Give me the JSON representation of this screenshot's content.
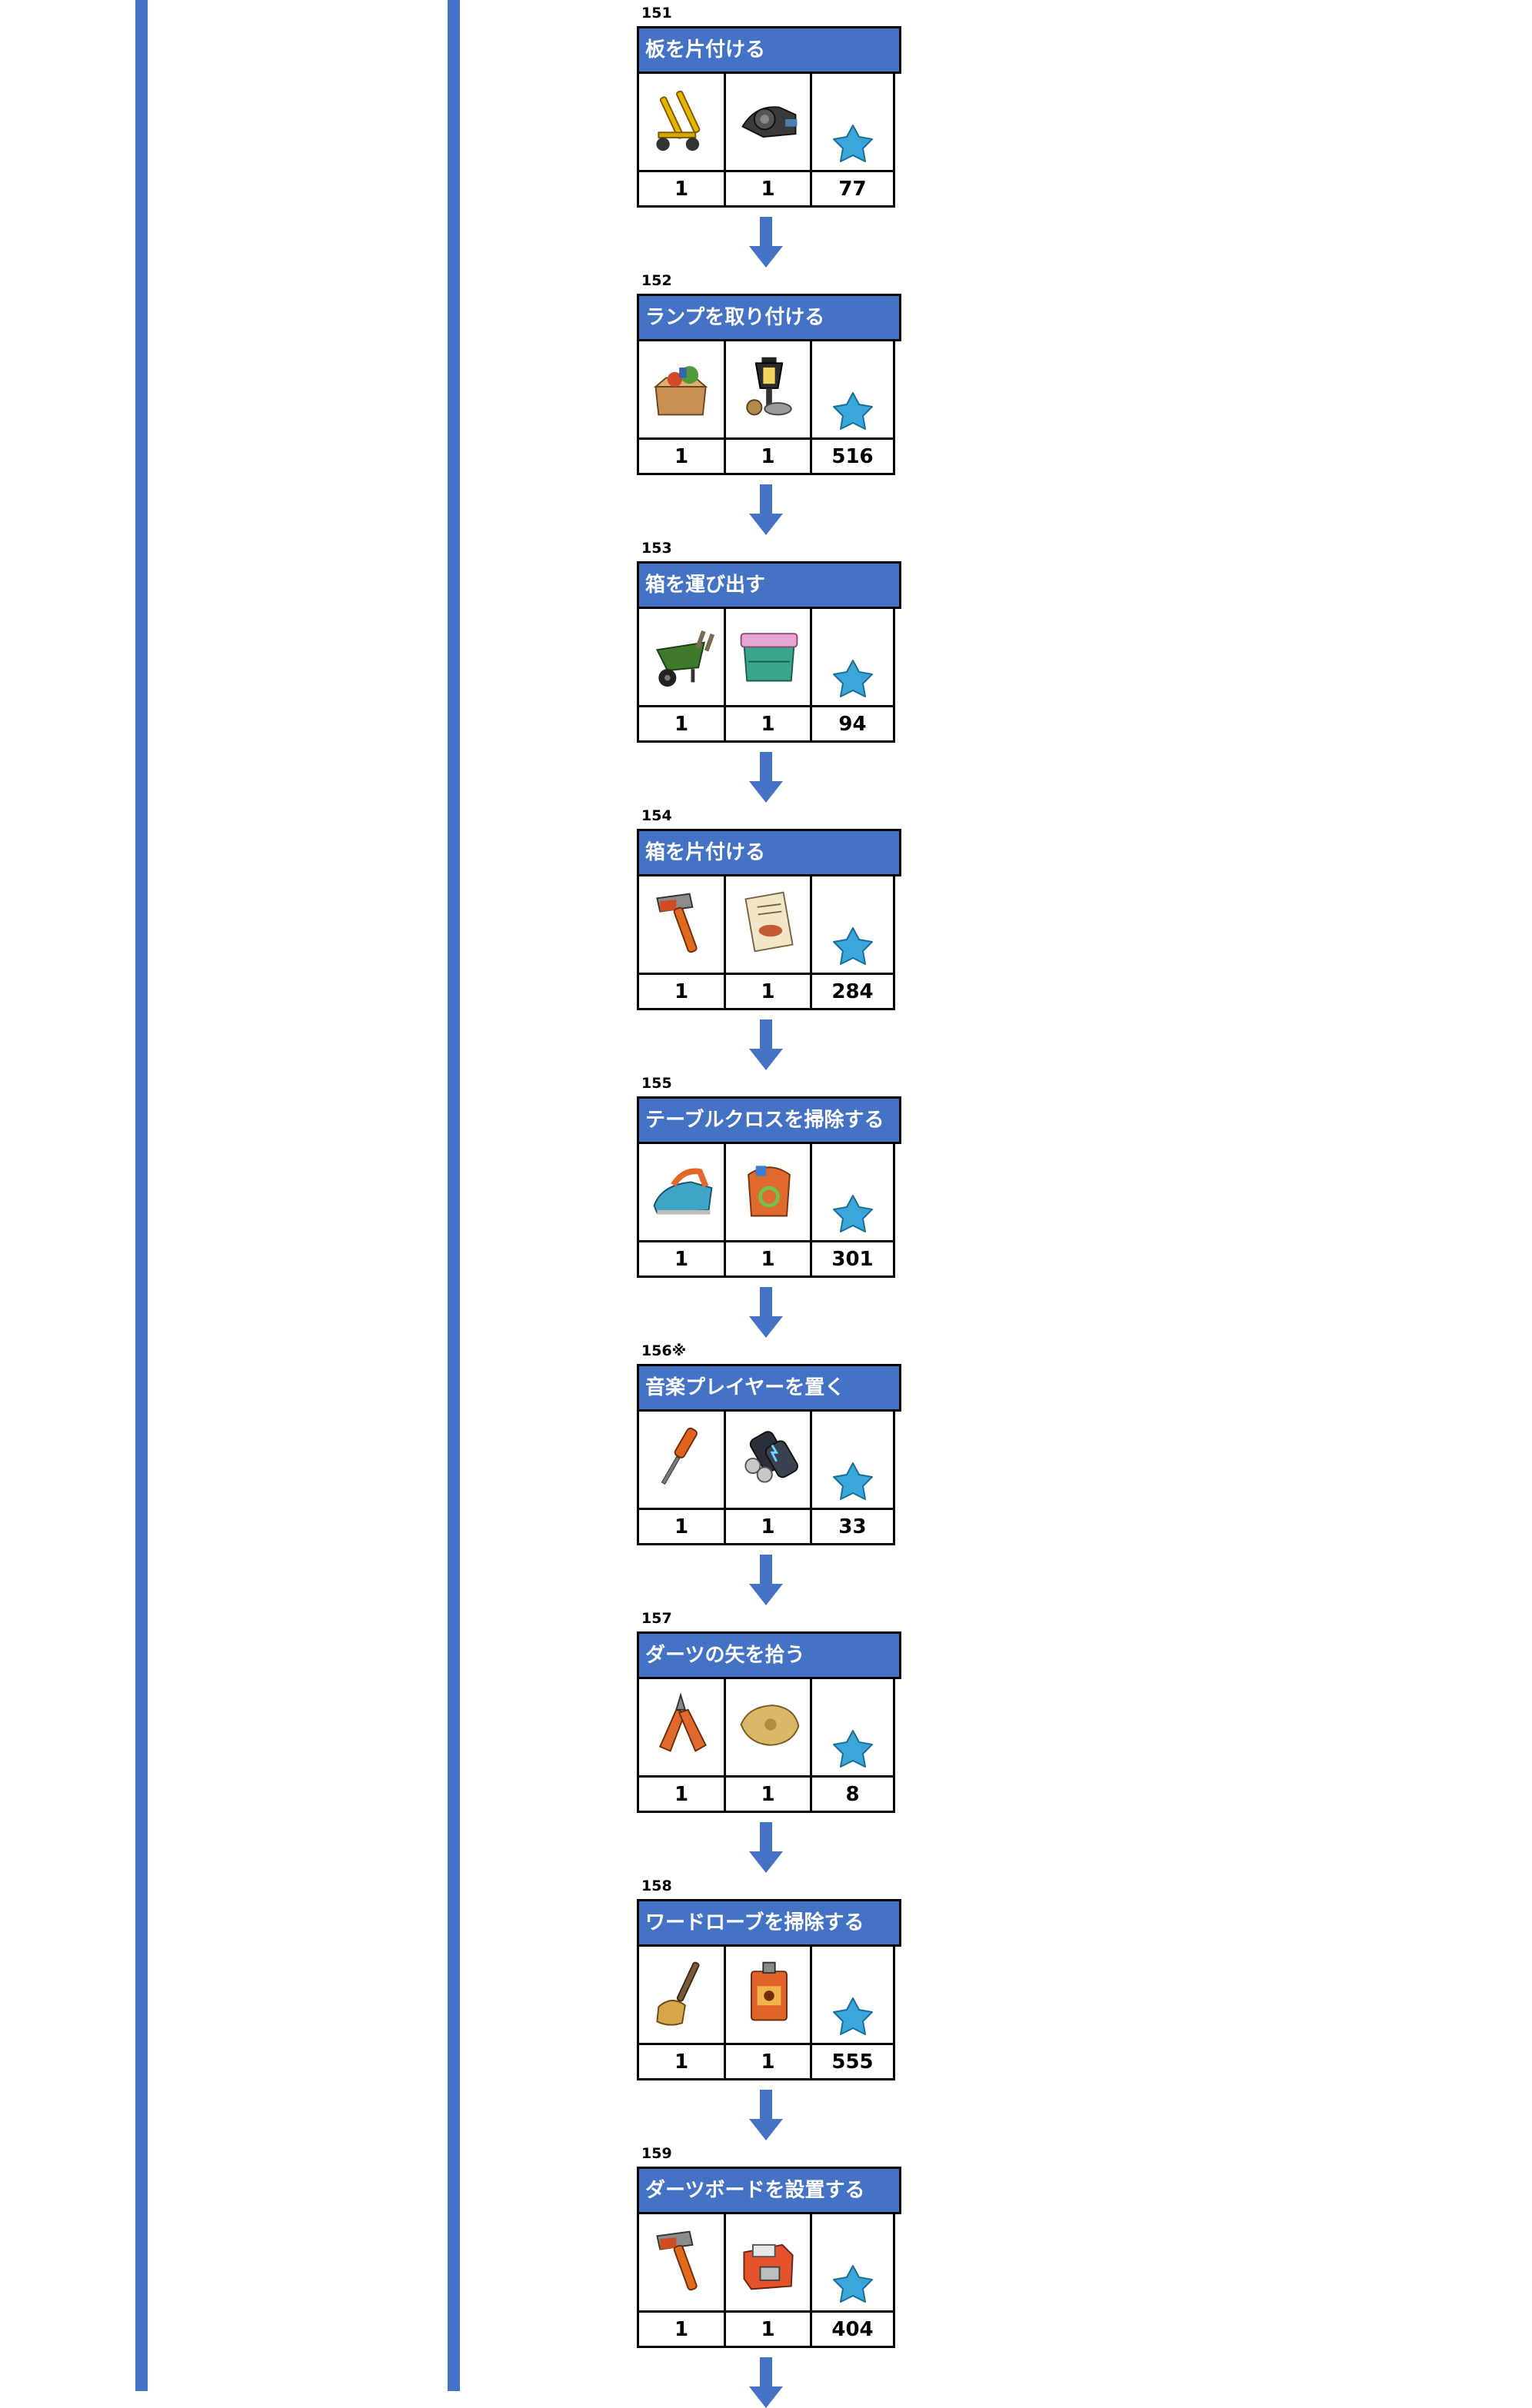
{
  "steps": [
    {
      "num": "151",
      "title": "板を片付ける",
      "items": [
        {
          "icon": "hand-truck-icon",
          "count": "1"
        },
        {
          "icon": "camera-icon",
          "count": "1"
        }
      ],
      "reward": "77"
    },
    {
      "num": "152",
      "title": "ランプを取り付ける",
      "items": [
        {
          "icon": "box-of-goods-icon",
          "count": "1"
        },
        {
          "icon": "lamp-icon",
          "count": "1"
        }
      ],
      "reward": "516"
    },
    {
      "num": "153",
      "title": "箱を運び出す",
      "items": [
        {
          "icon": "wheelbarrow-icon",
          "count": "1"
        },
        {
          "icon": "storage-box-icon",
          "count": "1"
        }
      ],
      "reward": "94"
    },
    {
      "num": "154",
      "title": "箱を片付ける",
      "items": [
        {
          "icon": "hammer-icon",
          "count": "1"
        },
        {
          "icon": "paper-notes-icon",
          "count": "1"
        }
      ],
      "reward": "284"
    },
    {
      "num": "155",
      "title": "テーブルクロスを掃除する",
      "items": [
        {
          "icon": "iron-icon",
          "count": "1"
        },
        {
          "icon": "recycle-bag-icon",
          "count": "1"
        }
      ],
      "reward": "301"
    },
    {
      "num": "156※",
      "title": "音楽プレイヤーを置く",
      "items": [
        {
          "icon": "screwdriver-icon",
          "count": "1"
        },
        {
          "icon": "batteries-icon",
          "count": "1"
        }
      ],
      "reward": "33"
    },
    {
      "num": "157",
      "title": "ダーツの矢を拾う",
      "items": [
        {
          "icon": "pliers-icon",
          "count": "1"
        },
        {
          "icon": "sandbag-icon",
          "count": "1"
        }
      ],
      "reward": "8"
    },
    {
      "num": "158",
      "title": "ワードローブを掃除する",
      "items": [
        {
          "icon": "mop-icon",
          "count": "1"
        },
        {
          "icon": "oil-can-icon",
          "count": "1"
        }
      ],
      "reward": "555"
    },
    {
      "num": "159",
      "title": "ダーツボードを設置する",
      "items": [
        {
          "icon": "hammer-icon",
          "count": "1"
        },
        {
          "icon": "toolbox-icon",
          "count": "1"
        }
      ],
      "reward": "404"
    }
  ],
  "colors": {
    "header": "#4472c4",
    "accent_bar": "#4472c4",
    "arrow": "#4472c4",
    "star": "#3ba6d9"
  }
}
